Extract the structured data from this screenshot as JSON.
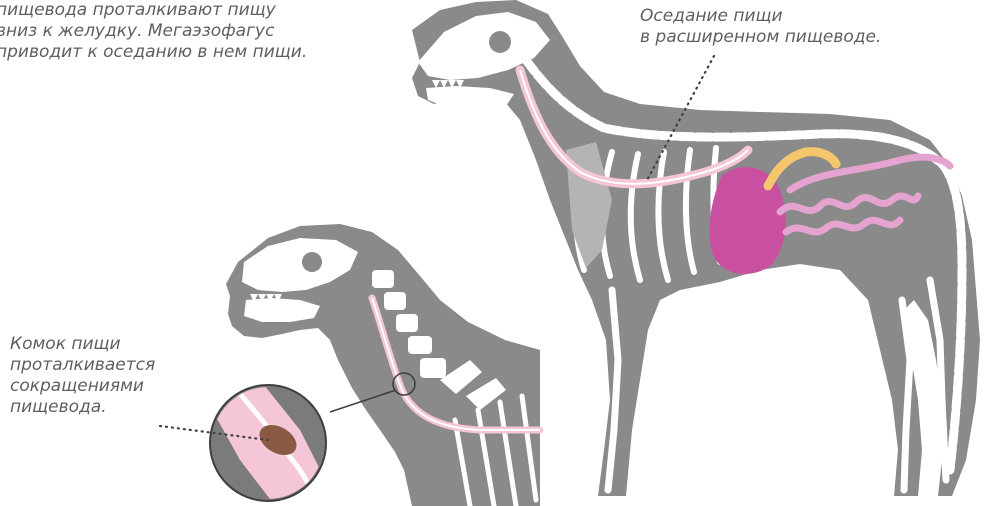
{
  "labels": {
    "intro": [
      "пищевода проталкивают пищу",
      "вниз к желудку. Мегаэзофагус",
      "приводит к оседанию в нем пищи."
    ],
    "pooling": [
      "Оседание пищи",
      "в расширенном пищеводе."
    ],
    "bolus": [
      "Комок пищи",
      "проталкивается",
      "сокращениями",
      "пищевода."
    ]
  },
  "colors": {
    "silhouette": "#8a8a8a",
    "silhouette_dark": "#7b7b7b",
    "bone": "#ffffff",
    "esophagus": "#f4c6d8",
    "stomach": "#c94fa0",
    "intestine": "#e5a3d0",
    "gallbladder": "#f6c66d",
    "food_bolus": "#8b5a45",
    "text": "#5f5f5f",
    "pointer": "#3f3f3f"
  },
  "icons": {
    "large_dog": "dog-xray-silhouette-icon",
    "small_dog": "dog-head-xray-silhouette-icon",
    "magnifier": "esophagus-zoom-circle-icon"
  }
}
